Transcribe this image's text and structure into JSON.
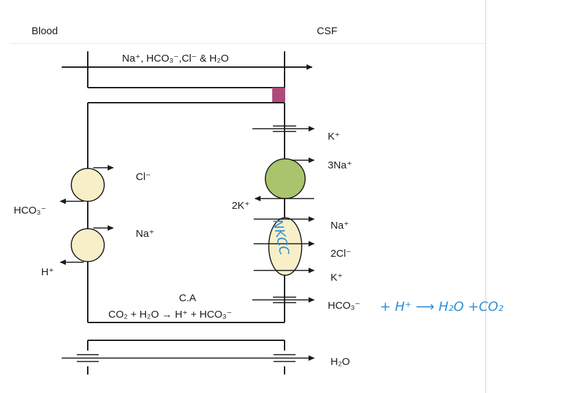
{
  "labels": {
    "blood": "Blood",
    "csf": "CSF",
    "top_ions": "Na⁺, HCO₃⁻,Cl⁻ & H₂O",
    "cl_left": "Cl⁻",
    "na_left": "Na⁺",
    "hco3_left": "HCO₃⁻",
    "h_left": "H⁺",
    "k_right": "K⁺",
    "na3_right": "3Na⁺",
    "k2": "2K⁺",
    "na_right": "Na⁺",
    "cl2_right": "2Cl⁻",
    "k_right2": "K⁺",
    "hco3_right": "HCO₃⁻",
    "ca": "C.A",
    "reaction": "CO₂ + H₂O → H⁺ + HCO₃⁻",
    "h2o_bottom": "H₂O"
  },
  "annotations": {
    "nkcc": "NKCC",
    "equation": "+ H⁺ ⟶ H₂O +CO₂"
  },
  "colors": {
    "line": "#1a1a1a",
    "tight_junction": "#b04a7c",
    "transporter_pale": "#f7efc8",
    "pump_green": "#a9c46c",
    "handwriting": "#2f8fd8"
  }
}
